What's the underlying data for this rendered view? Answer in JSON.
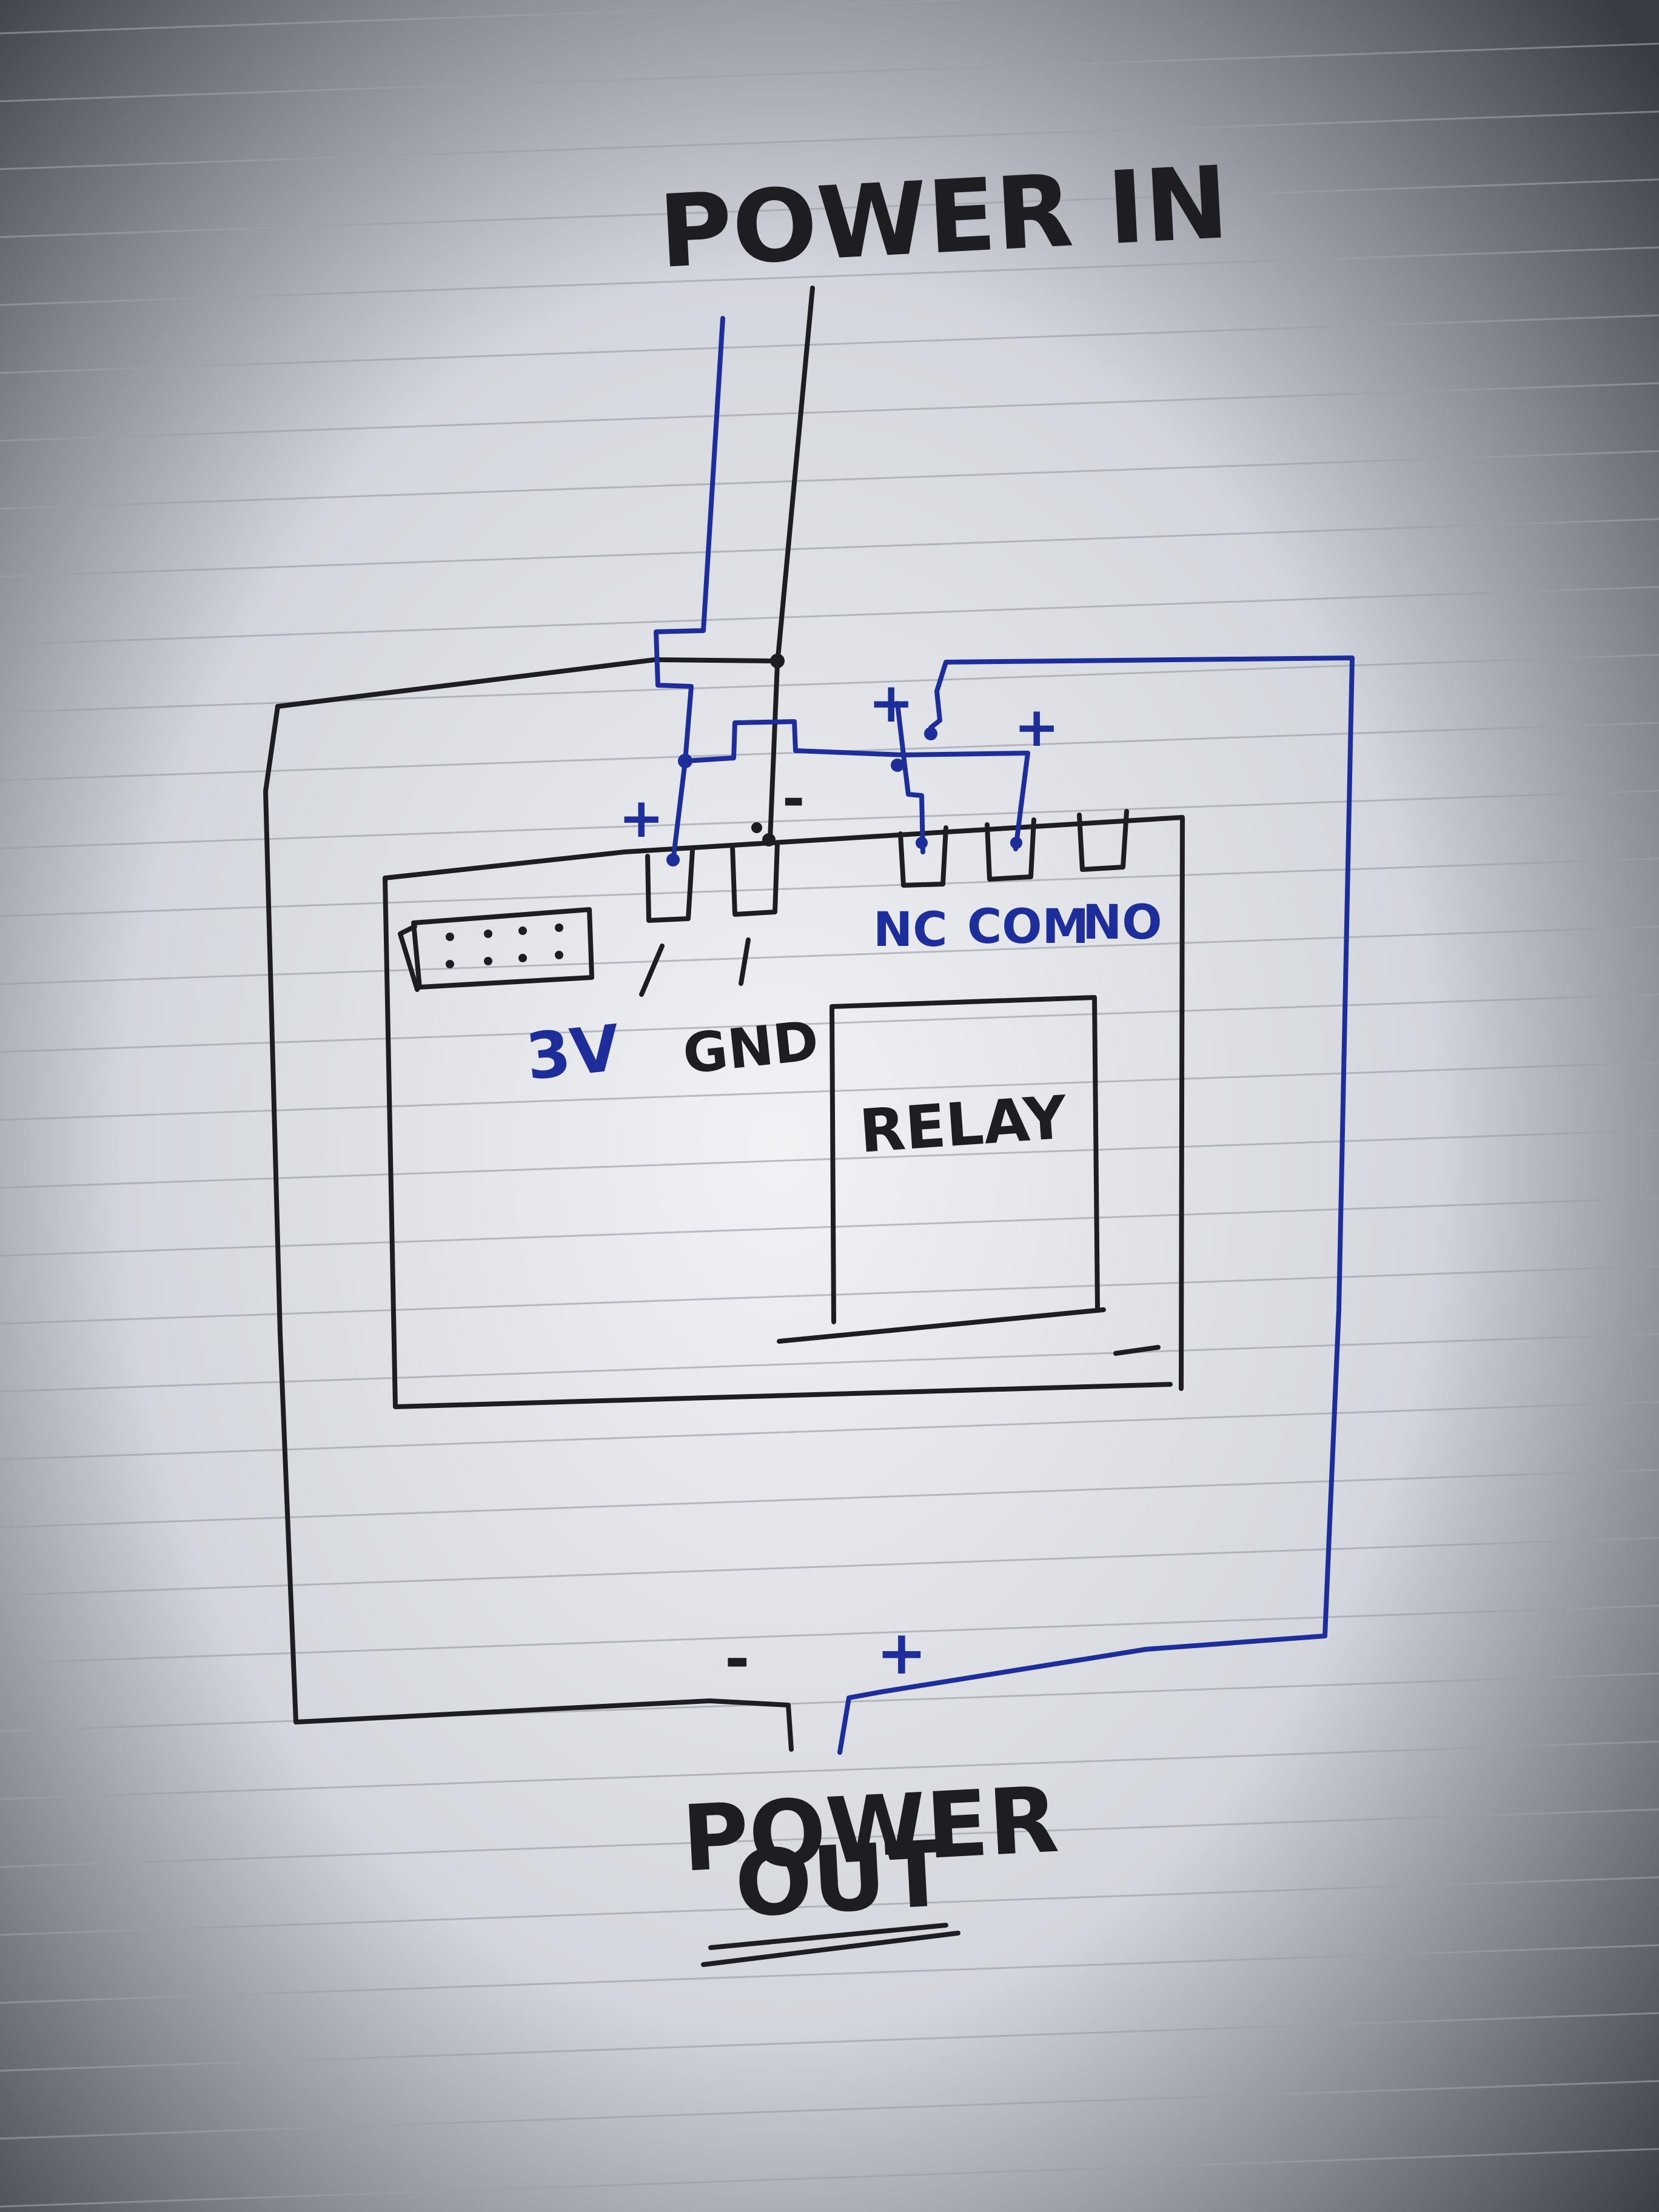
{
  "colors": {
    "paper_light": "#f1f2f5",
    "paper_mid": "#d3d6dc",
    "paper_dark": "#3a3c44",
    "rule": "#9aa0aa",
    "ink_black": "#1e1e22",
    "ink_blue": "#1d2e9a"
  },
  "labels": {
    "power_in": "POWER IN",
    "power_out_line1": "POWER",
    "power_out_line2": "OUT",
    "pin_3v": "3V",
    "pin_gnd": "GND",
    "pin_nc": "NC",
    "pin_com": "COM",
    "pin_no": "NO",
    "relay": "RELAY",
    "plus": "+",
    "minus": "-"
  }
}
